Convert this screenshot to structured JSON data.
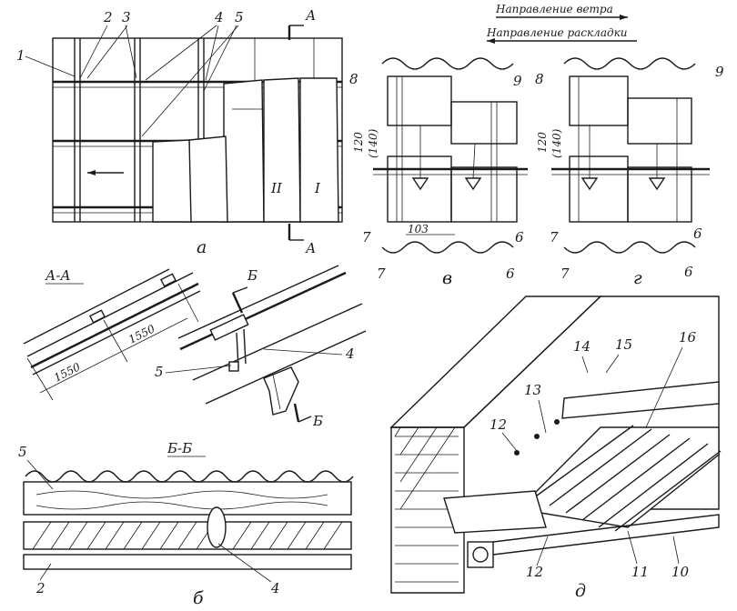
{
  "header": {
    "wind_direction": "Направление ветра",
    "laying_direction": "Направление раскладки"
  },
  "panels": {
    "a": "а",
    "b": "б",
    "v": "в",
    "g": "г",
    "d": "д"
  },
  "sections": {
    "aa": "А-А",
    "bb": "Б-Б",
    "a_mark": "А",
    "b_mark": "Б"
  },
  "dims": {
    "span_1": "1550",
    "span_2": "1550",
    "overlap_v": "120",
    "overlap_v_alt": "(140)",
    "overlap_g": "120",
    "overlap_g_alt": "(140)",
    "side_overlap": "103"
  },
  "sheet_marks": {
    "sheet_1": "I",
    "sheet_2": "II"
  },
  "callouts": {
    "n1": "1",
    "n2": "2",
    "n3": "3",
    "n4": "4",
    "n5": "5",
    "n6": "6",
    "n7": "7",
    "n8": "8",
    "n9": "9",
    "n10": "10",
    "n11": "11",
    "n12": "12",
    "n13": "13",
    "n14": "14",
    "n15": "15",
    "n16": "16"
  }
}
